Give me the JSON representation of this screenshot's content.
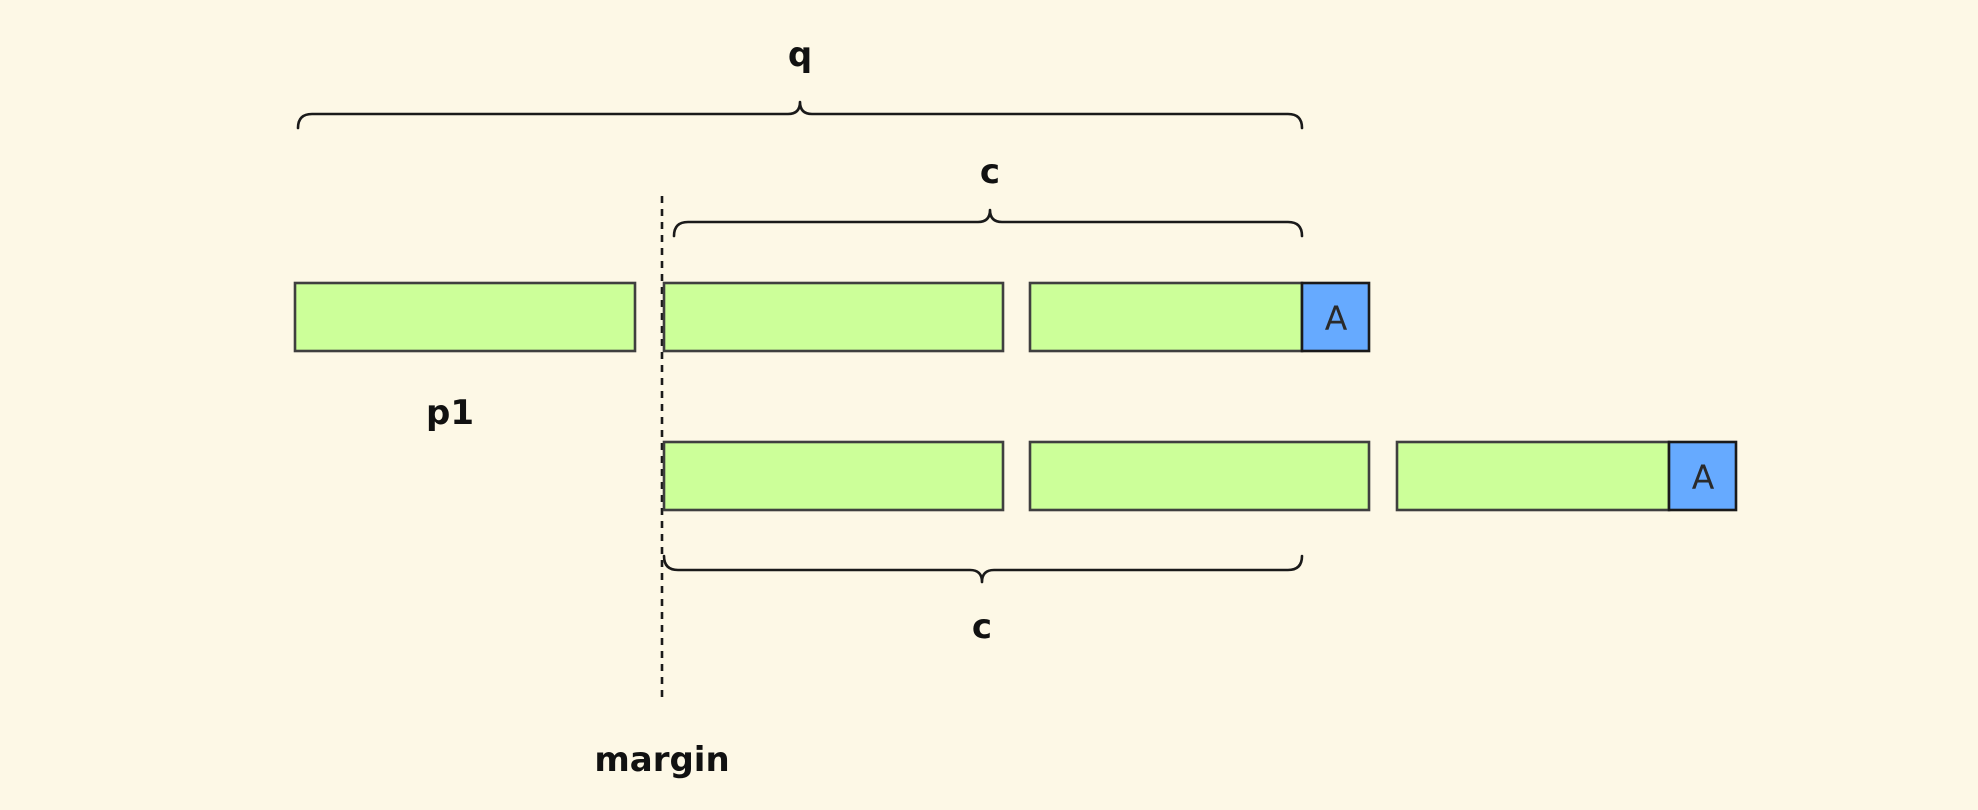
{
  "labels": {
    "q": "q",
    "c_top": "c",
    "c_bottom": "c",
    "p1": "p1",
    "margin": "margin"
  },
  "marker_label": "A",
  "colors": {
    "background": "#fdf8e6",
    "block_fill": "#ccff99",
    "block_stroke": "#3f3f3f",
    "marker_fill": "#66aaff",
    "line": "#1a1a1a"
  }
}
